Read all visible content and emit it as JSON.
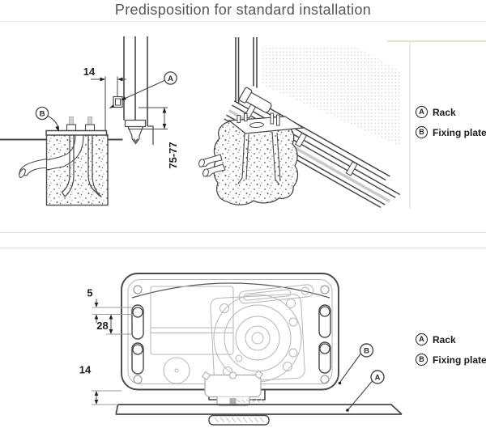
{
  "title": "Predisposition for standard installation",
  "top_section": {
    "cross_section": {
      "dim_offset": "14",
      "dim_height_range": "75-77",
      "callout_a": "A",
      "callout_b": "B"
    },
    "legend": {
      "items": [
        {
          "key": "A",
          "label": "Rack"
        },
        {
          "key": "B",
          "label": "Fixing plate"
        }
      ]
    }
  },
  "bottom_section": {
    "top_view": {
      "dim_plate_edge": "5",
      "dim_slot_spacing": "28",
      "dim_rack_distance": "14",
      "callout_a": "A",
      "callout_b": "B"
    },
    "legend": {
      "items": [
        {
          "key": "A",
          "label": "Rack"
        },
        {
          "key": "B",
          "label": "Fixing plate"
        }
      ]
    }
  },
  "colors": {
    "line_dark": "#48484a",
    "line_light": "#b6b6b8",
    "tan_border": "#ece2cc",
    "divider": "#e0e0e0",
    "title_text": "#56565a"
  }
}
